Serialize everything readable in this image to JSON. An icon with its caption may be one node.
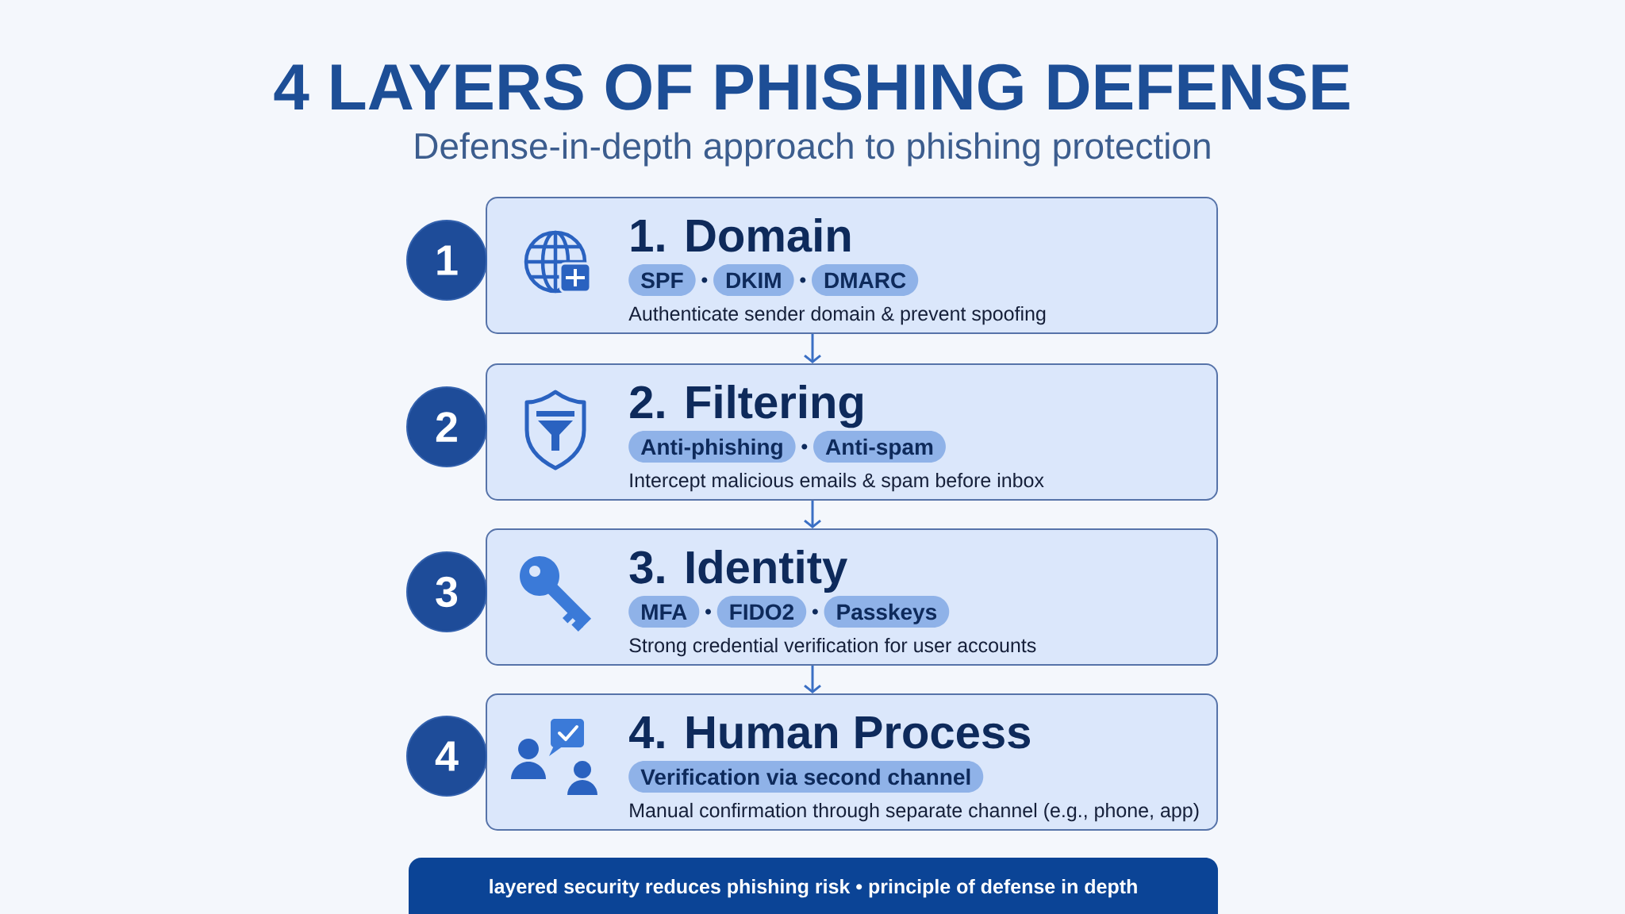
{
  "diagram": {
    "title": "4 LAYERS OF PHISHING DEFENSE",
    "nodes": [
      {
        "text": [
          "1"
        ]
      },
      {
        "text": [
          "1. Domain",
          "Authenticate sender domain & prevent spoofing"
        ]
      },
      {
        "text": [
          "SPF"
        ],
        "in": 1
      },
      {
        "text": [
          "DKIM"
        ],
        "in": 1
      },
      {
        "text": [
          "DMARC"
        ],
        "in": 1
      },
      {
        "text": [
          "2"
        ]
      },
      {
        "text": [
          "2. Filtering",
          "Intercept malicious emails & spam before inbox"
        ]
      },
      {
        "text": [
          "Anti-phishing"
        ],
        "in": 6
      },
      {
        "text": [
          "Anti-spam"
        ],
        "in": 6
      },
      {
        "text": [
          "3"
        ]
      },
      {
        "text": [
          "3. Identity",
          "Strong credential verification for user accounts"
        ]
      },
      {
        "text": [
          "MFA"
        ],
        "in": 10
      },
      {
        "text": [
          "FIDO2"
        ],
        "in": 10
      },
      {
        "text": [
          "Passkeys"
        ],
        "in": 10
      },
      {
        "text": [
          "4"
        ]
      },
      {
        "text": [
          "4. Human Process",
          "Manual confirmation through separate channel (e.g., phone, app)"
        ]
      },
      {
        "text": [
          "Verification via second channel"
        ],
        "in": 15
      },
      {
        "text": [
          "layered security reduces phishing risk • principle of defense in depth"
        ]
      }
    ],
    "edges": [
      {
        "from": 1,
        "to": 6,
        "arrow": "to"
      },
      {
        "from": 6,
        "to": 10,
        "arrow": "to"
      },
      {
        "from": 10,
        "to": 15,
        "arrow": "to"
      }
    ],
    "labels": [
      "Defense-in-depth approach to phishing protection"
    ]
  }
}
